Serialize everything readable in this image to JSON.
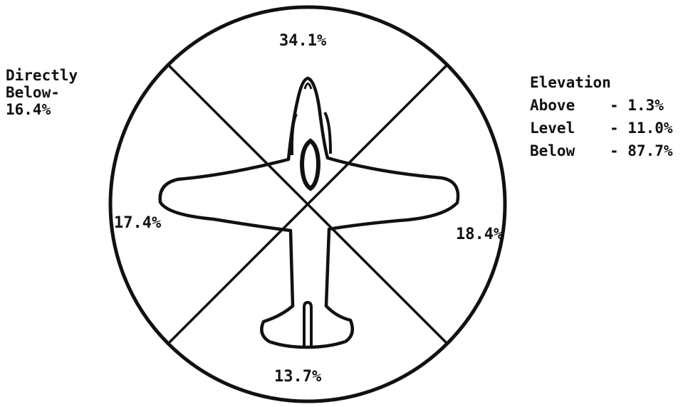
{
  "sectors": {
    "front": "34.1%",
    "rear": "13.7%",
    "left": "17.4%",
    "right": "18.4%"
  },
  "directly_below": {
    "line1": "Directly",
    "line2": "Below-",
    "line3": "16.4%"
  },
  "elevation": {
    "title": "Elevation",
    "rows": [
      {
        "name": "Above",
        "value": "- 1.3%"
      },
      {
        "name": "Level",
        "value": "- 11.0%"
      },
      {
        "name": "Below",
        "value": "- 87.7%"
      }
    ]
  },
  "colors": {
    "ink": "#111111",
    "background": "#ffffff"
  }
}
